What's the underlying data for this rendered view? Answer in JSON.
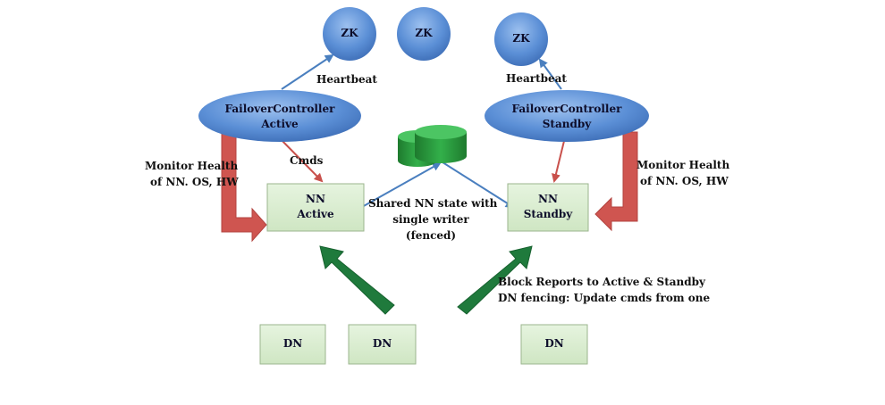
{
  "colors": {
    "zk_fill": "#5b8fd6",
    "fc_fill": "#5b8fd6",
    "nn_fill": "#dcefd3",
    "dn_fill": "#dcefd3",
    "red_arrow": "#d9534f",
    "green_arrow": "#1f7a3c",
    "blue_arrow": "#4a7fbf",
    "storage": "#2a9b3c"
  },
  "zk": [
    "ZK",
    "ZK",
    "ZK"
  ],
  "failover_active": {
    "line1": "FailoverController",
    "line2": "Active"
  },
  "failover_standby": {
    "line1": "FailoverController",
    "line2": "Standby"
  },
  "nn_active": {
    "line1": "NN",
    "line2": "Active"
  },
  "nn_standby": {
    "line1": "NN",
    "line2": "Standby"
  },
  "dn": [
    "DN",
    "DN",
    "DN"
  ],
  "labels": {
    "heartbeat_left": "Heartbeat",
    "heartbeat_right": "Heartbeat",
    "cmds": "Cmds",
    "monitor_left_1": "Monitor Health",
    "monitor_left_2": "of NN. OS, HW",
    "monitor_right_1": "Monitor Health",
    "monitor_right_2": "of NN. OS, HW",
    "shared_1": "Shared NN state with",
    "shared_2": "single writer",
    "shared_3": "(fenced)",
    "block_1": "Block Reports to Active & Standby",
    "block_2": "DN fencing: Update cmds from one"
  }
}
